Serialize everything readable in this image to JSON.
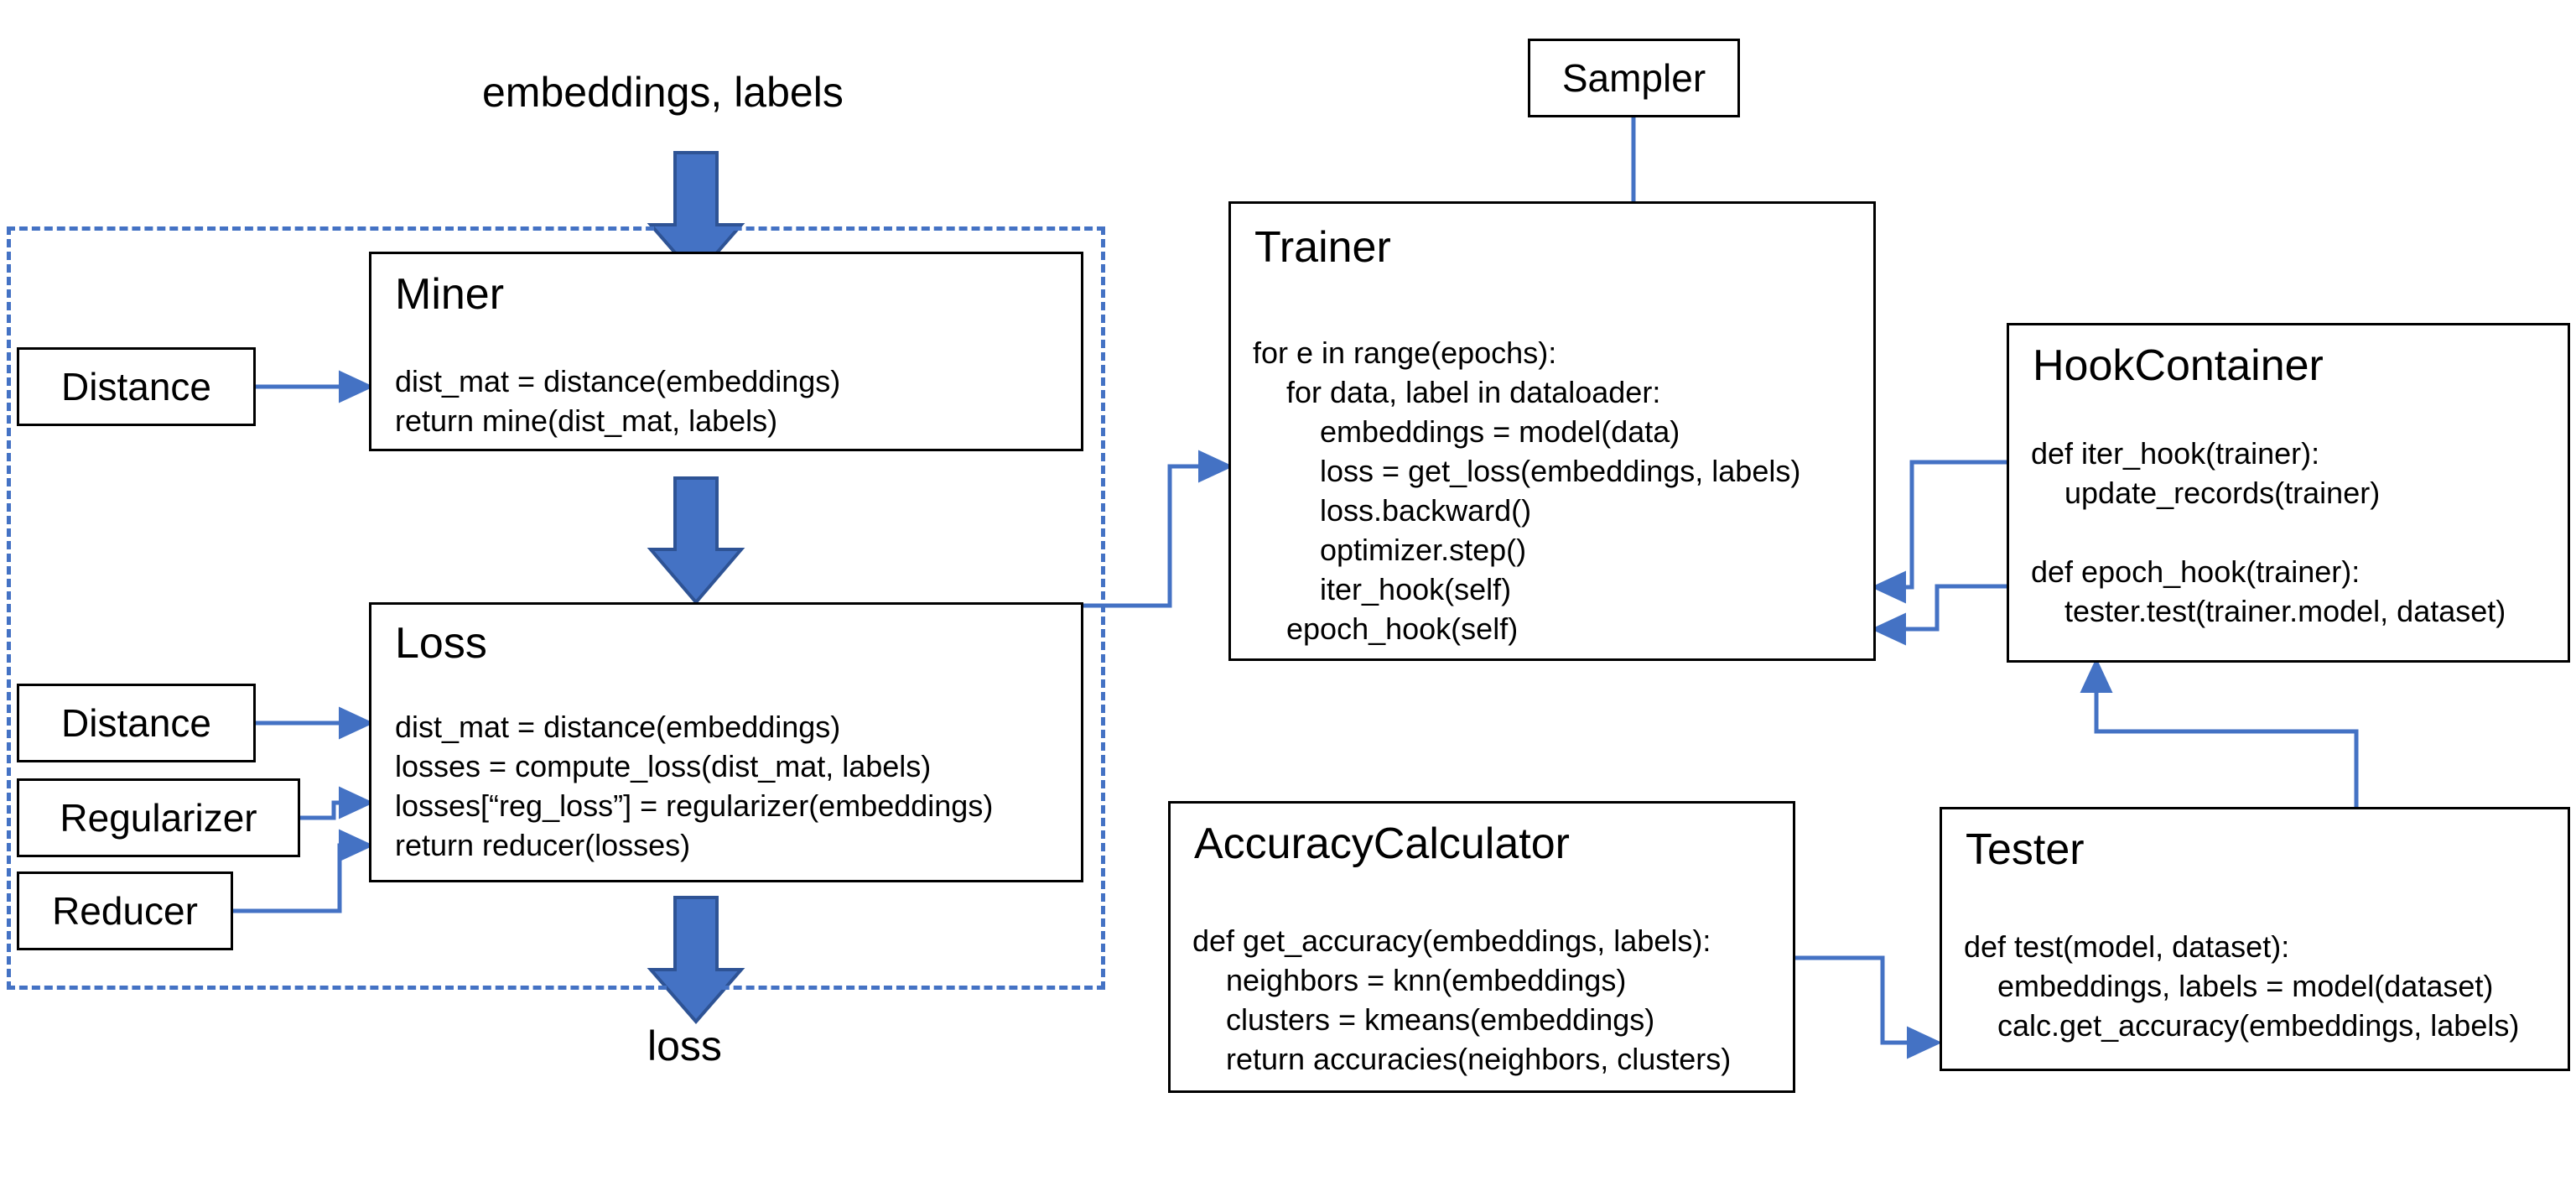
{
  "diagram": {
    "title": "pytorch-metric-learning library architecture",
    "accent_color": "#4472C4",
    "accent_dark": "#2E5395",
    "outline_color": "#000000",
    "background_color": "#ffffff"
  },
  "labels": {
    "input": "embeddings, labels",
    "output": "loss"
  },
  "group": {
    "name": "loss-computation-group"
  },
  "boxes": {
    "miner": {
      "title": "Miner",
      "code": [
        "dist_mat = distance(embeddings)",
        "return mine(dist_mat, labels)"
      ]
    },
    "loss": {
      "title": "Loss",
      "code": [
        "dist_mat = distance(embeddings)",
        "losses = compute_loss(dist_mat, labels)",
        "losses[“reg_loss”] = regularizer(embeddings)",
        "return reducer(losses)"
      ]
    },
    "trainer": {
      "title": "Trainer",
      "code": [
        "for e in range(epochs):",
        "    for data, label in dataloader:",
        "        embeddings = model(data)",
        "        loss = get_loss(embeddings, labels)",
        "        loss.backward()",
        "        optimizer.step()",
        "        iter_hook(self)",
        "    epoch_hook(self)"
      ]
    },
    "hookcontainer": {
      "title": "HookContainer",
      "code": [
        "def iter_hook(trainer):",
        "    update_records(trainer)",
        "",
        "def epoch_hook(trainer):",
        "    tester.test(trainer.model, dataset)"
      ]
    },
    "accuracycalculator": {
      "title": "AccuracyCalculator",
      "code": [
        "def get_accuracy(embeddings, labels):",
        "    neighbors = knn(embeddings)",
        "    clusters = kmeans(embeddings)",
        "    return accuracies(neighbors, clusters)"
      ]
    },
    "tester": {
      "title": "Tester",
      "code": [
        "def test(model, dataset):",
        "    embeddings, labels = model(dataset)",
        "    calc.get_accuracy(embeddings, labels)"
      ]
    }
  },
  "chips": {
    "sampler": "Sampler",
    "distance_miner": "Distance",
    "distance_loss": "Distance",
    "regularizer": "Regularizer",
    "reducer": "Reducer"
  },
  "connectors": [
    {
      "name": "input-to-miner",
      "from": "embeddings, labels",
      "to": "Miner",
      "style": "thick-block-arrow"
    },
    {
      "name": "miner-to-loss",
      "from": "Miner",
      "to": "Loss",
      "style": "thick-block-arrow"
    },
    {
      "name": "loss-to-output",
      "from": "Loss",
      "to": "loss",
      "style": "thick-block-arrow"
    },
    {
      "name": "distance-to-miner",
      "from": "Distance",
      "to": "Miner",
      "style": "thin-arrow"
    },
    {
      "name": "distance-to-loss",
      "from": "Distance",
      "to": "Loss",
      "style": "thin-arrow"
    },
    {
      "name": "regularizer-to-loss",
      "from": "Regularizer",
      "to": "Loss",
      "style": "thin-arrow"
    },
    {
      "name": "reducer-to-loss",
      "from": "Reducer",
      "to": "Loss",
      "style": "thin-arrow"
    },
    {
      "name": "lossgroup-to-trainer",
      "from": "Loss",
      "to": "Trainer",
      "style": "thin-arrow"
    },
    {
      "name": "sampler-to-trainer",
      "from": "Sampler",
      "to": "Trainer",
      "style": "thin-arrow"
    },
    {
      "name": "iterhook-to-trainer",
      "from": "HookContainer.iter_hook",
      "to": "Trainer",
      "style": "thin-arrow"
    },
    {
      "name": "epochhook-to-trainer",
      "from": "HookContainer.epoch_hook",
      "to": "Trainer",
      "style": "thin-arrow"
    },
    {
      "name": "tester-to-hookcontainer",
      "from": "Tester",
      "to": "HookContainer",
      "style": "thin-arrow"
    },
    {
      "name": "accuracycalculator-to-tester",
      "from": "AccuracyCalculator",
      "to": "Tester",
      "style": "thin-arrow"
    }
  ]
}
